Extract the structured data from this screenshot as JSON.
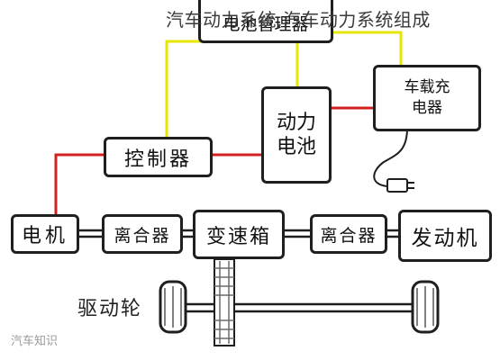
{
  "overlay_title": "汽车动力系统,汽车动力系统组成",
  "components": {
    "top_partial": "电池管理器",
    "charger": "车载充\n电器",
    "battery": "动力\n电池",
    "controller": "控制器",
    "motor": "电机",
    "clutch_left": "离合器",
    "gearbox": "变速箱",
    "clutch_right": "离合器",
    "engine": "发动机"
  },
  "wheel_label": "驱动轮",
  "watermark": "汽车知识",
  "colors": {
    "power_line": "#d32020",
    "signal_line": "#e6e600",
    "box_border": "#1f1f1f",
    "shaft": "#1e1e1e",
    "gear": "#6b6b6b"
  }
}
